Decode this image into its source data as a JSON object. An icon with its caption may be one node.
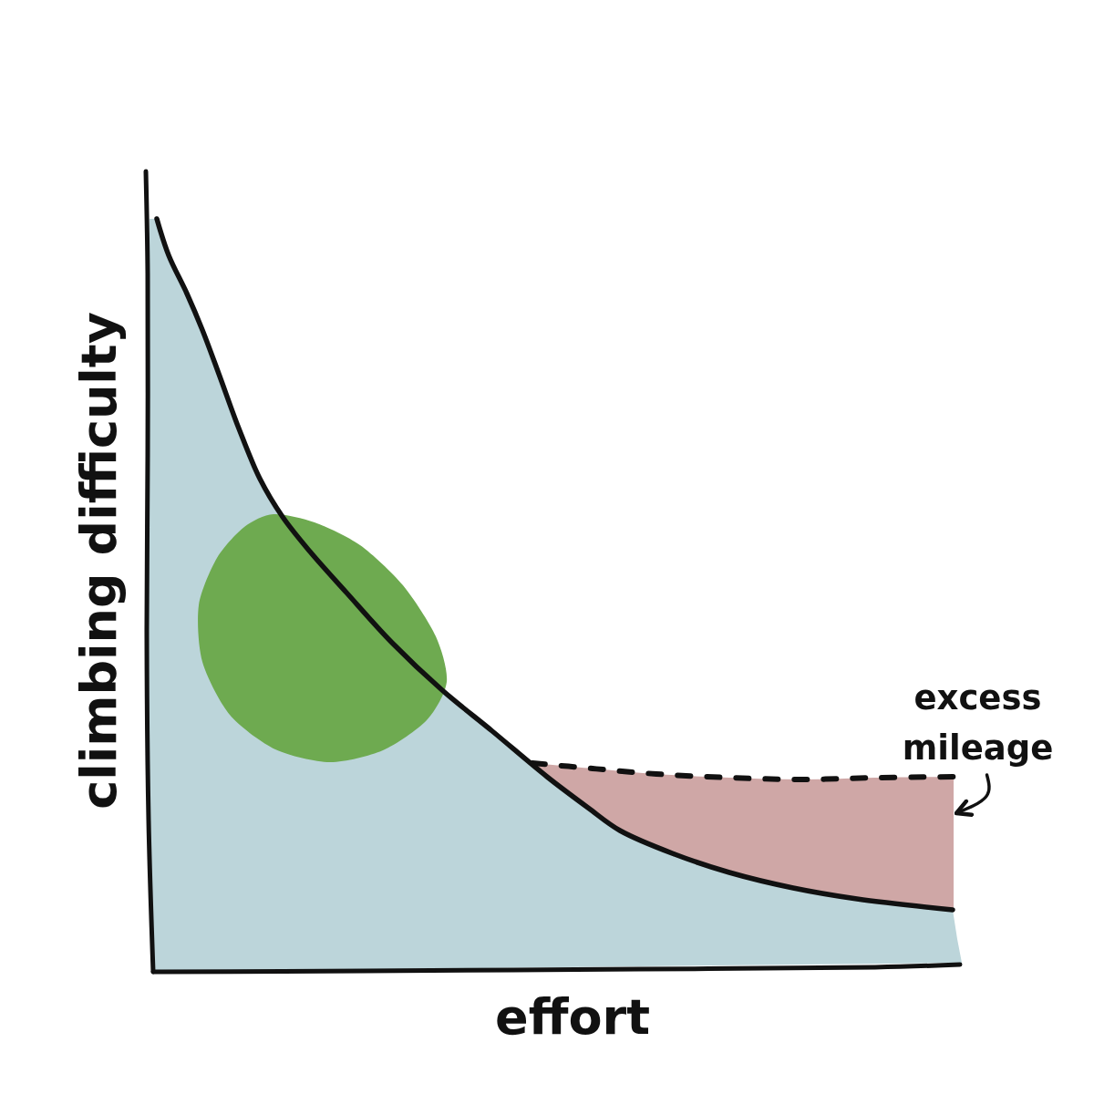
{
  "diagram": {
    "nodes": [
      {
        "text": [
          "excess mileage"
        ]
      },
      {
        "text": [],
        "shape": "area"
      },
      {
        "text": [],
        "shape": "blob"
      }
    ],
    "edges": [
      {
        "from": 0,
        "to": 1,
        "arrow": "to"
      }
    ],
    "labels": [
      "climbing difficulty",
      "effort"
    ]
  }
}
